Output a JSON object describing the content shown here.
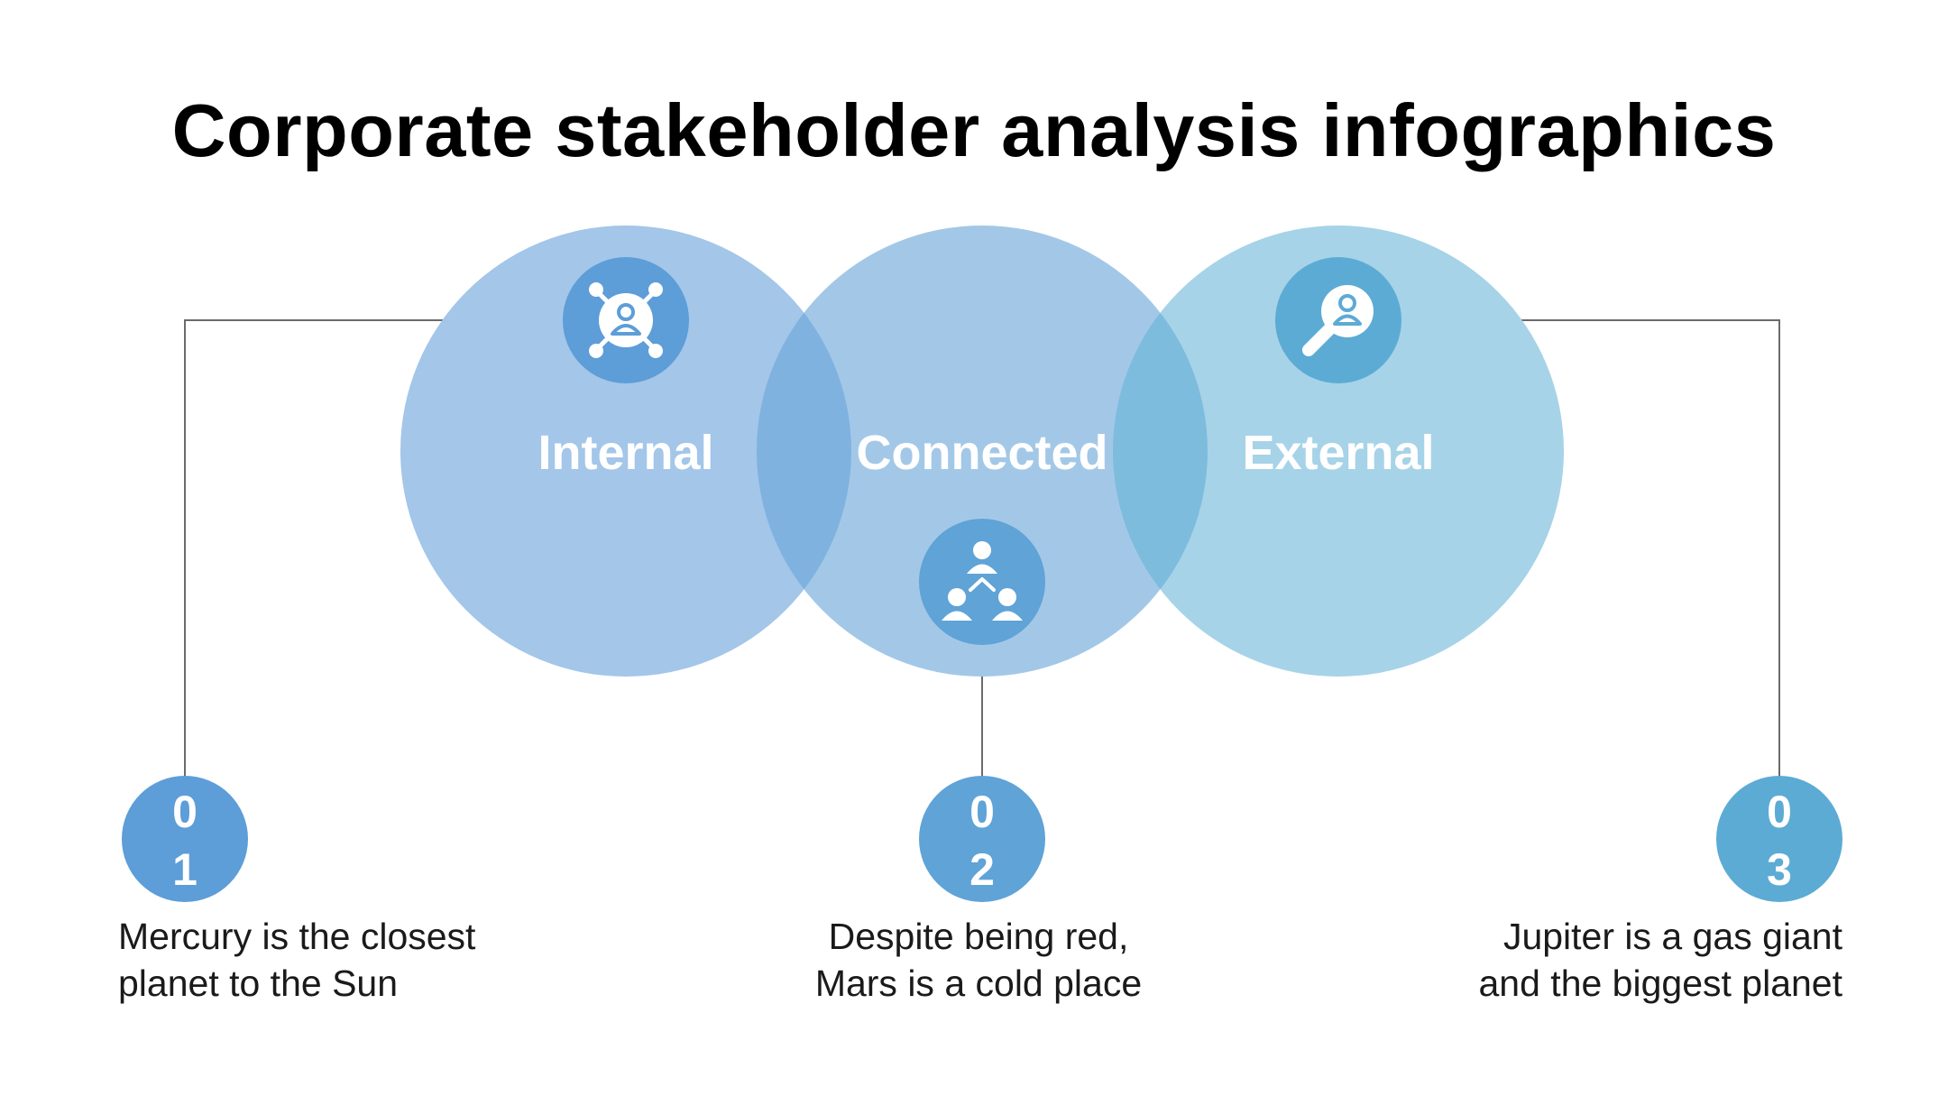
{
  "title": "Corporate stakeholder analysis infographics",
  "colors": {
    "internal_circle": "#a3c6e9",
    "connected_circle": "#a3c8e7",
    "external_circle": "#a6d3e8",
    "overlap_left": "#7fb2df",
    "overlap_right": "#7dbcdd",
    "icon_internal": "#5d9dd8",
    "icon_connected": "#5fa3d7",
    "icon_external": "#5cabd4",
    "connector_line": "#6b6b6b"
  },
  "circles": [
    {
      "label": "Internal",
      "icon": "stakeholder-network-icon"
    },
    {
      "label": "Connected",
      "icon": "team-hierarchy-icon"
    },
    {
      "label": "External",
      "icon": "user-search-icon"
    }
  ],
  "items": [
    {
      "num_top": "0",
      "num_bottom": "1",
      "line1": "Mercury is the closest",
      "line2": "planet to the Sun"
    },
    {
      "num_top": "0",
      "num_bottom": "2",
      "line1": "Despite being red,",
      "line2": "Mars is a cold place"
    },
    {
      "num_top": "0",
      "num_bottom": "3",
      "line1": "Jupiter is a gas giant",
      "line2": "and the biggest planet"
    }
  ]
}
